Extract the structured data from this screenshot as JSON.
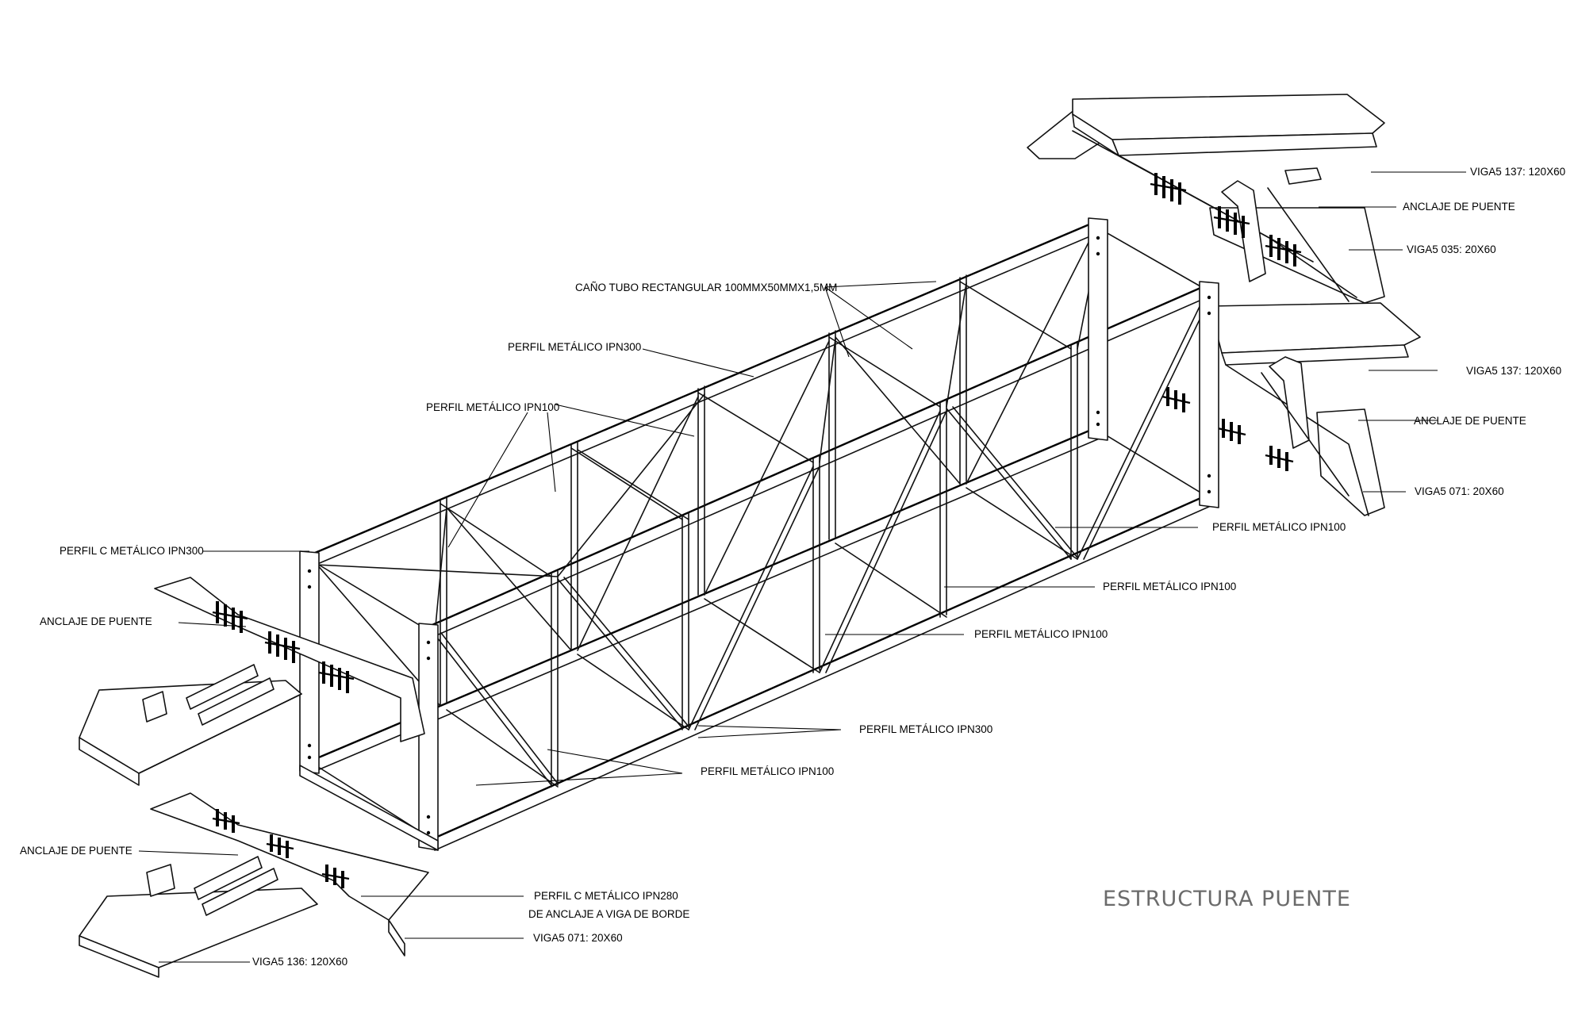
{
  "diagram": {
    "title": "ESTRUCTURA PUENTE",
    "labels": {
      "viga5_137_top": "VIGA5 137: 120X60",
      "anclaje_top": "ANCLAJE DE PUENTE",
      "viga5_035": "VIGA5 035: 20X60",
      "cano_tubo": "CAÑO TUBO RECTANGULAR 100MMX50MMX1,5MM",
      "perfil_ipn300_top": "PERFIL METÁLICO IPN300",
      "perfil_ipn100_top": "PERFIL METÁLICO IPN100",
      "viga5_137_mid": "VIGA5 137: 120X60",
      "anclaje_mid": "ANCLAJE DE PUENTE",
      "viga5_071_right": "VIGA5 071: 20X60",
      "perfil_ipn100_r1": "PERFIL METÁLICO IPN100",
      "perfil_ipn100_r2": "PERFIL METÁLICO IPN100",
      "perfil_ipn100_r3": "PERFIL METÁLICO IPN100",
      "perfil_c_ipn300": "PERFIL C METÁLICO IPN300",
      "anclaje_left_upper": "ANCLAJE DE PUENTE",
      "perfil_ipn300_bottom": "PERFIL METÁLICO IPN300",
      "perfil_ipn100_bottom": "PERFIL METÁLICO IPN100",
      "anclaje_left_lower": "ANCLAJE DE PUENTE",
      "perfil_c_ipn280_line1": "PERFIL C METÁLICO IPN280",
      "perfil_c_ipn280_line2": "DE ANCLAJE A VIGA DE BORDE",
      "viga5_071_bottom": "VIGA5 071: 20X60",
      "viga5_136": "VIGA5 136: 120X60"
    }
  }
}
